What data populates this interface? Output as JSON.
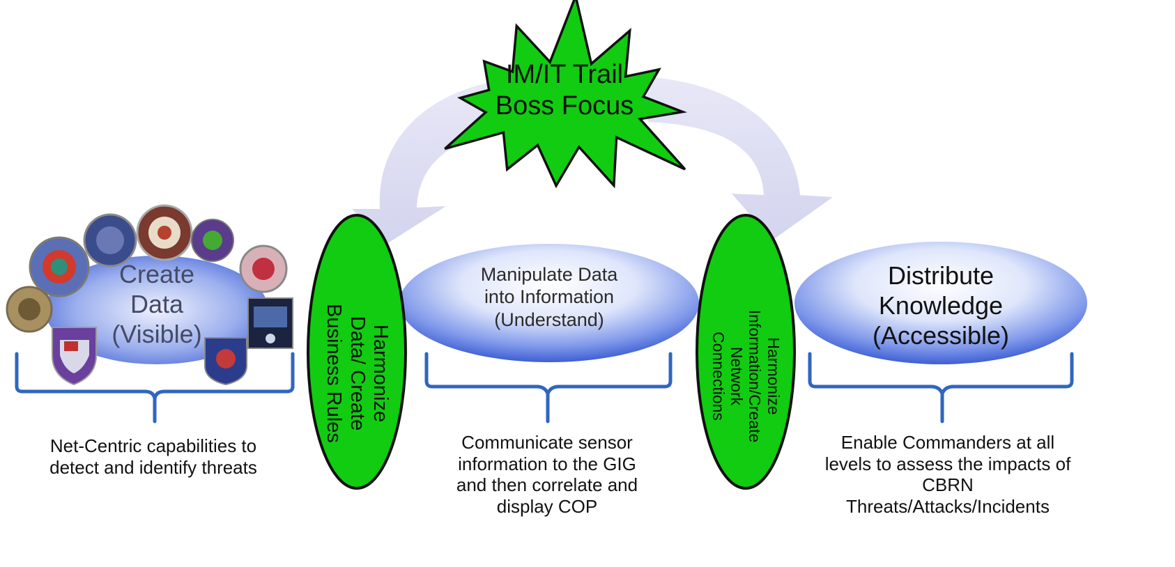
{
  "focus_burst": {
    "line1": "IM/IT Trail",
    "line2": "Boss Focus"
  },
  "stages": [
    {
      "line1": "Create",
      "line2": "Data",
      "line3": "(Visible)"
    },
    {
      "line1": "Manipulate Data",
      "line2": "into Information",
      "line3": "(Understand)"
    },
    {
      "line1": "Distribute",
      "line2": "Knowledge",
      "line3": "(Accessible)"
    }
  ],
  "harmonize": [
    {
      "line1": "Harmonize",
      "line2": "Data/ Create",
      "line3": "Business Rules"
    },
    {
      "line1": "Harmonize",
      "line2": "Information/Create",
      "line3": "Network",
      "line4": "Connections"
    }
  ],
  "captions": [
    {
      "line1": "Net-Centric capabilities to",
      "line2": "detect and identify threats"
    },
    {
      "line1": "Communicate sensor",
      "line2": "information to the GIG",
      "line3": "and then correlate and",
      "line4": "display COP"
    },
    {
      "line1": "Enable Commanders at all",
      "line2": "levels to assess the impacts of",
      "line3": "CBRN",
      "line4": "Threats/Attacks/Incidents"
    }
  ],
  "colors": {
    "green": "#11cc11",
    "blue_oval": "#4a6fd8",
    "bracket": "#2f66c0",
    "arrow": "#dcdcf2"
  }
}
